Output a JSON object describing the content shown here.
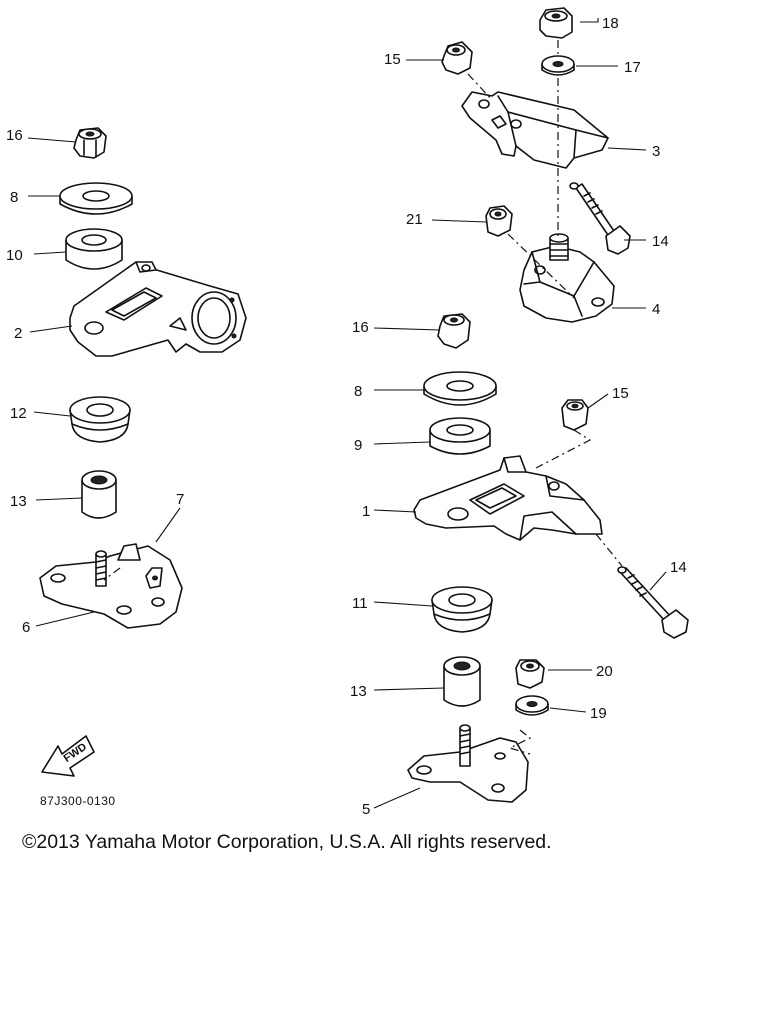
{
  "diagram": {
    "drawing_code": "87J300-0130",
    "fwd_label": "FWD",
    "callouts": {
      "c1": "1",
      "c2": "2",
      "c3": "3",
      "c4": "4",
      "c5": "5",
      "c6": "6",
      "c7": "7",
      "c8a": "8",
      "c8b": "8",
      "c9": "9",
      "c10": "10",
      "c11": "11",
      "c12": "12",
      "c13a": "13",
      "c13b": "13",
      "c14a": "14",
      "c14b": "14",
      "c15a": "15",
      "c15b": "15",
      "c16a": "16",
      "c16b": "16",
      "c17": "17",
      "c18": "18",
      "c19": "19",
      "c20": "20",
      "c21": "21"
    }
  },
  "footer": {
    "copyright": "©2013 Yamaha Motor Corporation, U.S.A. All rights reserved."
  }
}
